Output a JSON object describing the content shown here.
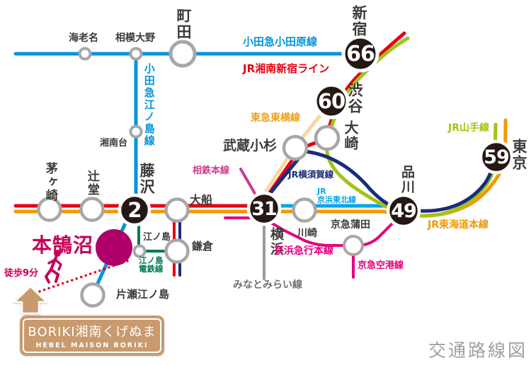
{
  "palette": {
    "background": "#ffffff",
    "label": "#3e3a39",
    "station_ring": "#a7a7a8",
    "station_fill": "#ffffff",
    "badge": "#251714",
    "badge_text": "#ffffff",
    "accent": "#c50057",
    "accent_circle": "#b0006a",
    "dotted": "#e60012",
    "tan": "#c89a6e",
    "white": "#ffffff",
    "title_gray": "#9fa0a0"
  },
  "lines": {
    "odakyu_odawara": {
      "label": "小田急小田原線",
      "color": "#0095d9",
      "label_color": "#0095d9"
    },
    "odakyu_enoshima": {
      "label": "小田急江ノ島線",
      "color": "#0095d9",
      "label_color": "#0095d9"
    },
    "jr_shonan_shinjuku": {
      "label": "JR湘南新宿ライン",
      "color": "#e60012",
      "label_color": "#e60012"
    },
    "jr_yamanote": {
      "label": "JR山手線",
      "color": "#9fc417",
      "label_color": "#9fc417"
    },
    "jr_yokosuka": {
      "label": "JR横須賀線",
      "color": "#1b2d79",
      "label_color": "#1b2d79"
    },
    "jr_keihin_tohoku": {
      "label_line1": "JR",
      "label_line2": "京浜東北線",
      "color": "#00a6e9",
      "label_color": "#00a6e9"
    },
    "jr_tokaido": {
      "label": "JR東海道本線",
      "color": "#f39800",
      "label_color": "#f39800"
    },
    "tokyu_toyoko": {
      "label": "東急東横線",
      "color": "#f6d8a3",
      "label_color": "#f0a018"
    },
    "keikyu_main": {
      "label": "京浜急行本線",
      "color": "#e4007f",
      "label_color": "#e4007f"
    },
    "keikyu_airport": {
      "label": "京急空港線",
      "color": "#e4007f",
      "label_color": "#e4007f"
    },
    "sotetsu": {
      "label": "相鉄本線",
      "color": "#ca3f8e",
      "label_color": "#ca3f8e"
    },
    "minatomirai": {
      "label": "みなとみらい線",
      "color": "#9b9b9c",
      "label_color": "#727171"
    },
    "enoden": {
      "label_line1": "江ノ島",
      "label_line2": "電鉄線",
      "color": "#007a50",
      "label_color": "#007a50"
    }
  },
  "stations": {
    "ebina": "海老名",
    "sagami_ono": "相模大野",
    "machida": "町田",
    "shonandai": "湘南台",
    "shinjuku": "新宿",
    "shibuya": "渋谷",
    "osaki": "大崎",
    "musashi_kosugi": "武蔵小杉",
    "tokyo": "東京",
    "shinagawa": "品川",
    "kawasaki": "川崎",
    "keikyu_kamata": "京急蒲田",
    "yokohama": "横浜",
    "chigasaki": "茅ヶ崎",
    "tsujido": "辻堂",
    "fujisawa": "藤沢",
    "ofuna": "大船",
    "kamakura": "鎌倉",
    "enoshima": "江ノ島",
    "katase_enoshima": "片瀬江ノ島",
    "hon_kugenuma": "本鵠沼"
  },
  "minutes": {
    "shinjuku": "66",
    "shibuya": "60",
    "tokyo": "59",
    "shinagawa": "49",
    "yokohama": "31",
    "fujisawa": "2"
  },
  "walk": {
    "label": "徒歩9分"
  },
  "logo": {
    "title": "BORIKI湘南くげぬま",
    "subtitle": "HEBEL MAISON BORIKI"
  },
  "map_title": "交通路線図"
}
